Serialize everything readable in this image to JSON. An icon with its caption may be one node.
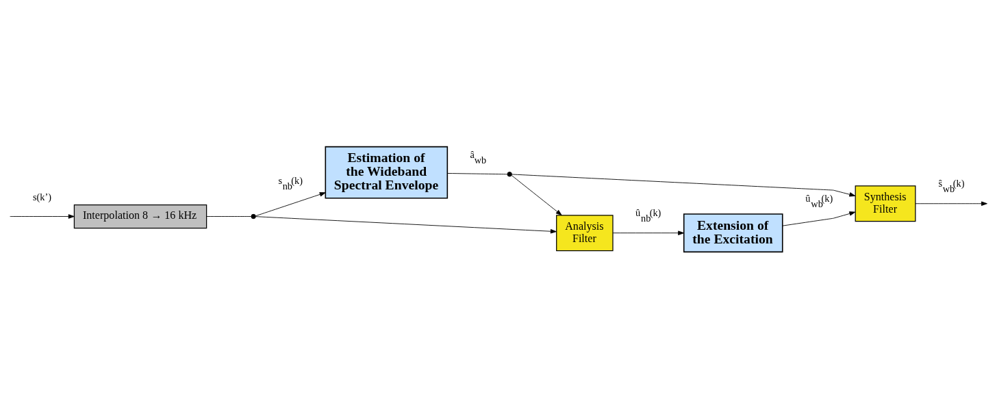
{
  "diagram": {
    "nodes": [
      {
        "text": [
          "Estimation of the Wideband Spectral Envelope"
        ]
      },
      {
        "text": [
          "Interpolation 8 → 16 kHz"
        ]
      },
      {
        "text": [
          "Analysis Filter"
        ]
      },
      {
        "text": [
          "Extension of the Excitation"
        ]
      },
      {
        "text": [
          "Synthesis Filter"
        ]
      },
      {
        "text": [],
        "shape": "circle"
      },
      {
        "text": [],
        "shape": "circle"
      }
    ],
    "edges": [
      {
        "from": null,
        "to": 1,
        "arrow": "to",
        "label": "s(k’)"
      },
      {
        "from": 1,
        "to": 5,
        "arrow": "none"
      },
      {
        "from": 5,
        "to": 0,
        "arrow": "to",
        "label": "s$_{nb}$(k)"
      },
      {
        "from": 5,
        "to": 2,
        "arrow": "to"
      },
      {
        "from": 0,
        "to": 6,
        "arrow": "none",
        "label": "â$_{wb}$"
      },
      {
        "from": 6,
        "to": 2,
        "arrow": "to"
      },
      {
        "from": 6,
        "to": 4,
        "arrow": "to"
      },
      {
        "from": 2,
        "to": 3,
        "arrow": "to",
        "label": "û$_{nb}$(k)"
      },
      {
        "from": 3,
        "to": 4,
        "arrow": "to",
        "label": "û$_{wb}$(k)"
      },
      {
        "from": 4,
        "to": null,
        "arrow": "to",
        "label": "ŝ$_{wb}$(k)"
      }
    ]
  }
}
